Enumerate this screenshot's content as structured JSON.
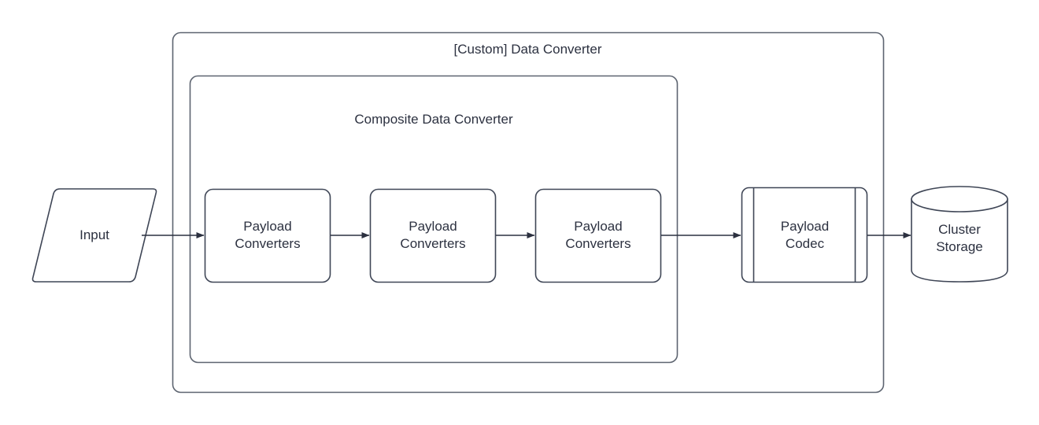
{
  "diagram": {
    "title_outer": "[Custom] Data Converter",
    "title_inner": "Composite Data Converter",
    "stroke_color": "#5d6470",
    "text_color": "#2c3140",
    "fill_color": "#ffffff",
    "background": "#ffffff"
  },
  "groups": [
    {
      "name": "custom-data-converter",
      "label": "[Custom] Data Converter",
      "shape": "rounded-rect"
    },
    {
      "name": "composite-data-converter",
      "label": "Composite Data Converter",
      "shape": "rounded-rect"
    }
  ],
  "nodes": [
    {
      "name": "input",
      "label": "Input",
      "shape": "parallelogram"
    },
    {
      "name": "payload-converters-1",
      "label": "Payload\nConverters",
      "shape": "rounded-rect"
    },
    {
      "name": "payload-converters-2",
      "label": "Payload\nConverters",
      "shape": "rounded-rect"
    },
    {
      "name": "payload-converters-3",
      "label": "Payload\nConverters",
      "shape": "rounded-rect"
    },
    {
      "name": "payload-codec",
      "label": "Payload\nCodec",
      "shape": "predefined-process"
    },
    {
      "name": "cluster-storage",
      "label": "Cluster\nStorage",
      "shape": "cylinder"
    }
  ],
  "edges": [
    {
      "name": "edge-input-to-converters-1",
      "from": "input",
      "to": "payload-converters-1",
      "arrow": "filled-triangle"
    },
    {
      "name": "edge-converters-1-to-converters-2",
      "from": "payload-converters-1",
      "to": "payload-converters-2",
      "arrow": "filled-triangle"
    },
    {
      "name": "edge-converters-2-to-converters-3",
      "from": "payload-converters-2",
      "to": "payload-converters-3",
      "arrow": "filled-triangle"
    },
    {
      "name": "edge-converters-3-to-codec",
      "from": "payload-converters-3",
      "to": "payload-codec",
      "arrow": "filled-triangle"
    },
    {
      "name": "edge-codec-to-storage",
      "from": "payload-codec",
      "to": "cluster-storage",
      "arrow": "filled-triangle"
    }
  ]
}
